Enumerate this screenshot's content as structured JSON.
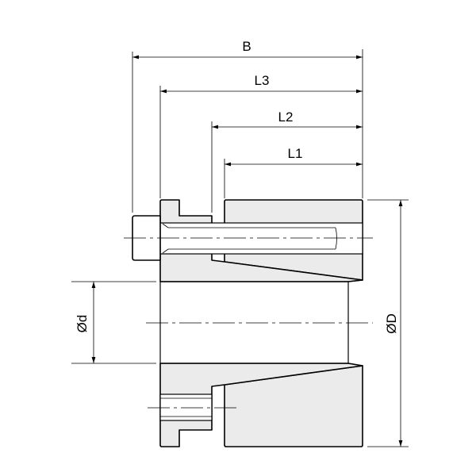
{
  "title": "Locking assembly dimension drawing",
  "dimensions": {
    "B": "B",
    "L3": "L3",
    "L2": "L2",
    "L1": "L1",
    "outer_diameter": "ØD",
    "bore_diameter": "Ød"
  },
  "colors": {
    "fill": "#ebebeb",
    "line": "#000000"
  }
}
